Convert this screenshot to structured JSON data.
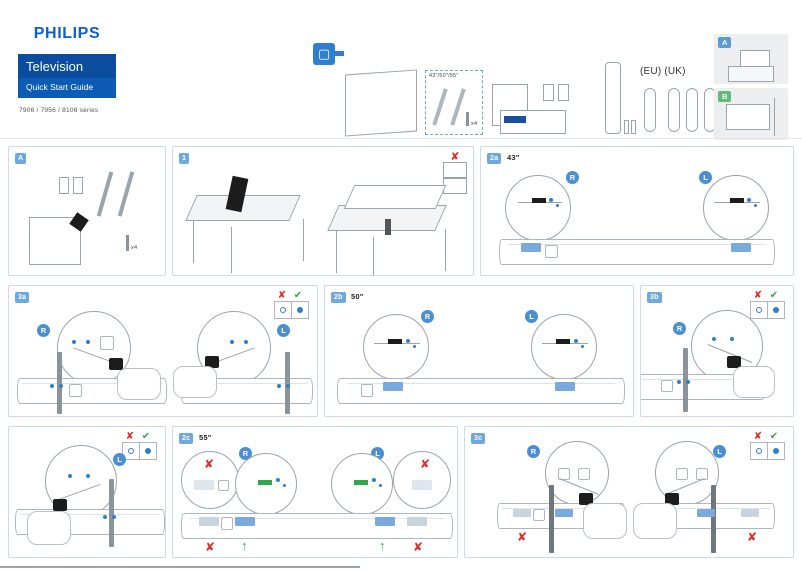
{
  "brand": {
    "name": "PHILIPS",
    "product": "Television",
    "doc_type": "Quick Start Guide",
    "series": "7906 / 7956 / 8106 series",
    "logo_color": "#0b5ed7",
    "band_color": "#0a4d9e"
  },
  "contents": {
    "unpack_icon": "unpack-box-icon",
    "tv_panel": "tv-panel",
    "stand_sizes": "43\"/50\"/55\"",
    "screw_count": "x4",
    "documents": "documents",
    "clips": "cable-clips",
    "remote": "remote-control",
    "batteries": "batteries",
    "power_cables_label": "(EU) (UK)"
  },
  "install_options": [
    {
      "id": "A",
      "label": "A",
      "color": "#5b9bd5",
      "desc": "table-stand-mount"
    },
    {
      "id": "B",
      "label": "B",
      "color": "#63b97a",
      "desc": "wall-mount"
    }
  ],
  "legend": {
    "wrong": "✘",
    "right": "✔",
    "wrong_color": "#e02a2a",
    "right_color": "#2faa4a"
  },
  "markers": {
    "right": "R",
    "left": "L"
  },
  "panels": [
    {
      "key": "a",
      "badge": "A",
      "size": "",
      "name": "unbox-parts"
    },
    {
      "key": "1",
      "badge": "1",
      "size": "",
      "name": "lay-tv-face-down"
    },
    {
      "key": "2a",
      "badge": "2a",
      "size": "43\"",
      "name": "attach-stand-43"
    },
    {
      "key": "3a",
      "badge": "3a",
      "size": "",
      "name": "screw-stand-43"
    },
    {
      "key": "2b",
      "badge": "2b",
      "size": "50\"",
      "name": "attach-stand-50"
    },
    {
      "key": "3b",
      "badge": "3b",
      "size": "",
      "name": "screw-stand-50"
    },
    {
      "key": "2c",
      "badge": "2c",
      "size": "55\"",
      "name": "attach-stand-55"
    },
    {
      "key": "3c",
      "badge": "3c",
      "size": "",
      "name": "screw-stand-55"
    }
  ],
  "warnings": {
    "no_flat_lay": "do-not-lay-flat",
    "wrong_slot": "✘",
    "correct_slot": "↑"
  }
}
